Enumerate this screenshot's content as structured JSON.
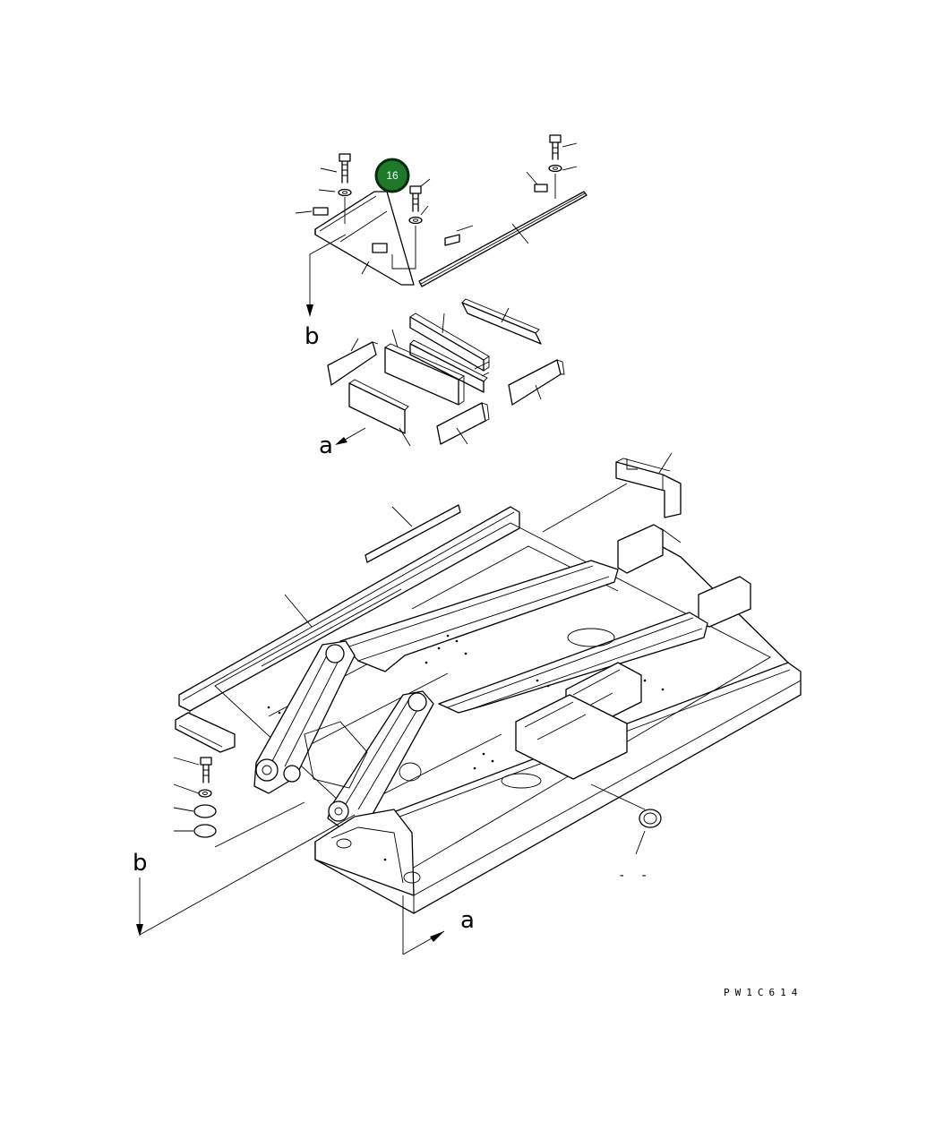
{
  "callout": {
    "number": "16",
    "color": "#1e7a2a",
    "ring": "#0b2a0e"
  },
  "ref_letters": {
    "a_upper": "a",
    "b_upper": "b",
    "a_lower": "a",
    "b_lower": "b"
  },
  "drawing_code": "PW1C614",
  "part_mark": "- -"
}
